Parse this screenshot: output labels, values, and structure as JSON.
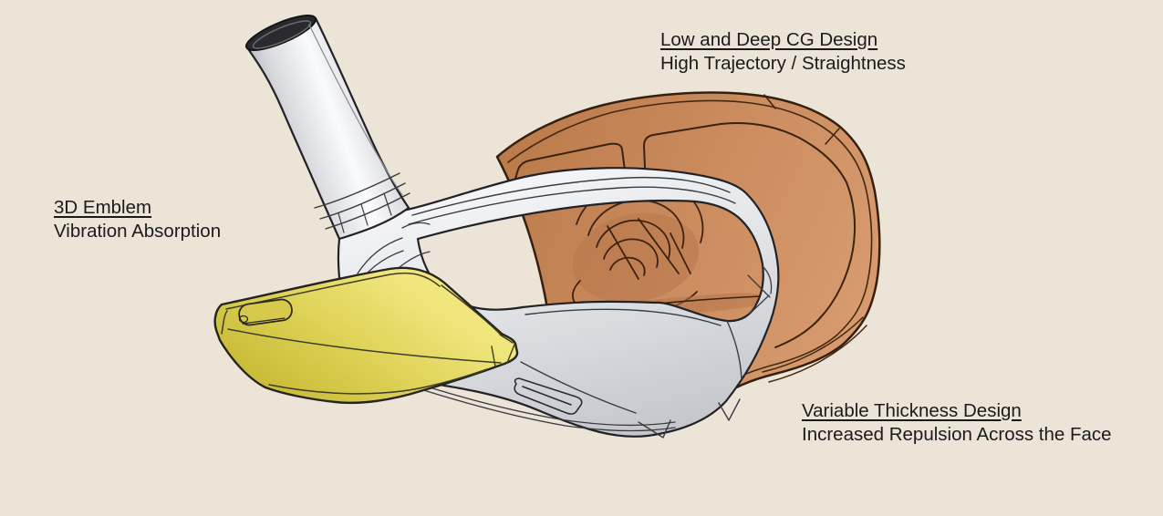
{
  "figure": {
    "description": "CAD cutaway diagram of a golf iron club head with three callouts",
    "parts": [
      {
        "name": "hosel",
        "color": "#d9dadd"
      },
      {
        "name": "body-frame",
        "color": "#e2e4e8"
      },
      {
        "name": "emblem-badge",
        "color": "#ded254"
      },
      {
        "name": "face-plate",
        "color": "#ca8b5c"
      }
    ]
  },
  "annotations": [
    {
      "id": "cg-design",
      "title": "Low and Deep CG Design",
      "subtitle": "High Trajectory / Straightness"
    },
    {
      "id": "emblem",
      "title": "3D Emblem",
      "subtitle": "Vibration Absorption"
    },
    {
      "id": "thickness",
      "title": "Variable Thickness Design",
      "subtitle": "Increased Repulsion Across the Face"
    }
  ],
  "palette": {
    "background": "#ece4d6",
    "ink": "#1b1b1b",
    "body-gray": "#e2e4e8",
    "body-outline": "#222226",
    "emblem-yellow": "#ded254",
    "emblem-shadow": "#c8bb35",
    "plate-orange": "#ca8b5c",
    "plate-shadow": "#b07044",
    "plate-outline": "#35200f",
    "hosel-silver": "#d9dadd"
  }
}
